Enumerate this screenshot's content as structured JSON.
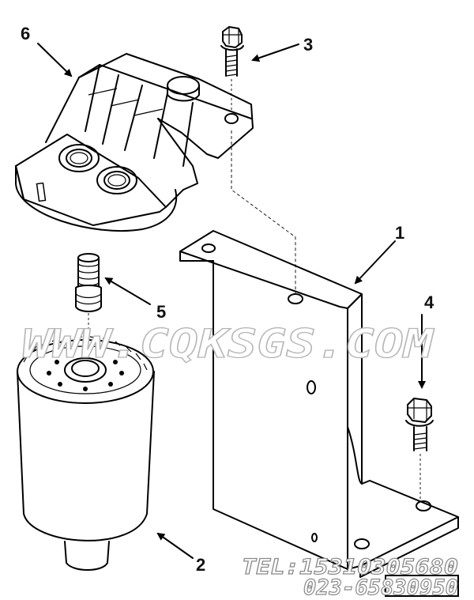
{
  "callouts": {
    "bracket": "1",
    "filter": "2",
    "bolt_top": "3",
    "bolt_right": "4",
    "nipple": "5",
    "filter_head": "6"
  },
  "watermark": {
    "site": "WWW.CQKSGS.COM",
    "tel": "TEL:15310305680",
    "phone": "023-65830950"
  }
}
